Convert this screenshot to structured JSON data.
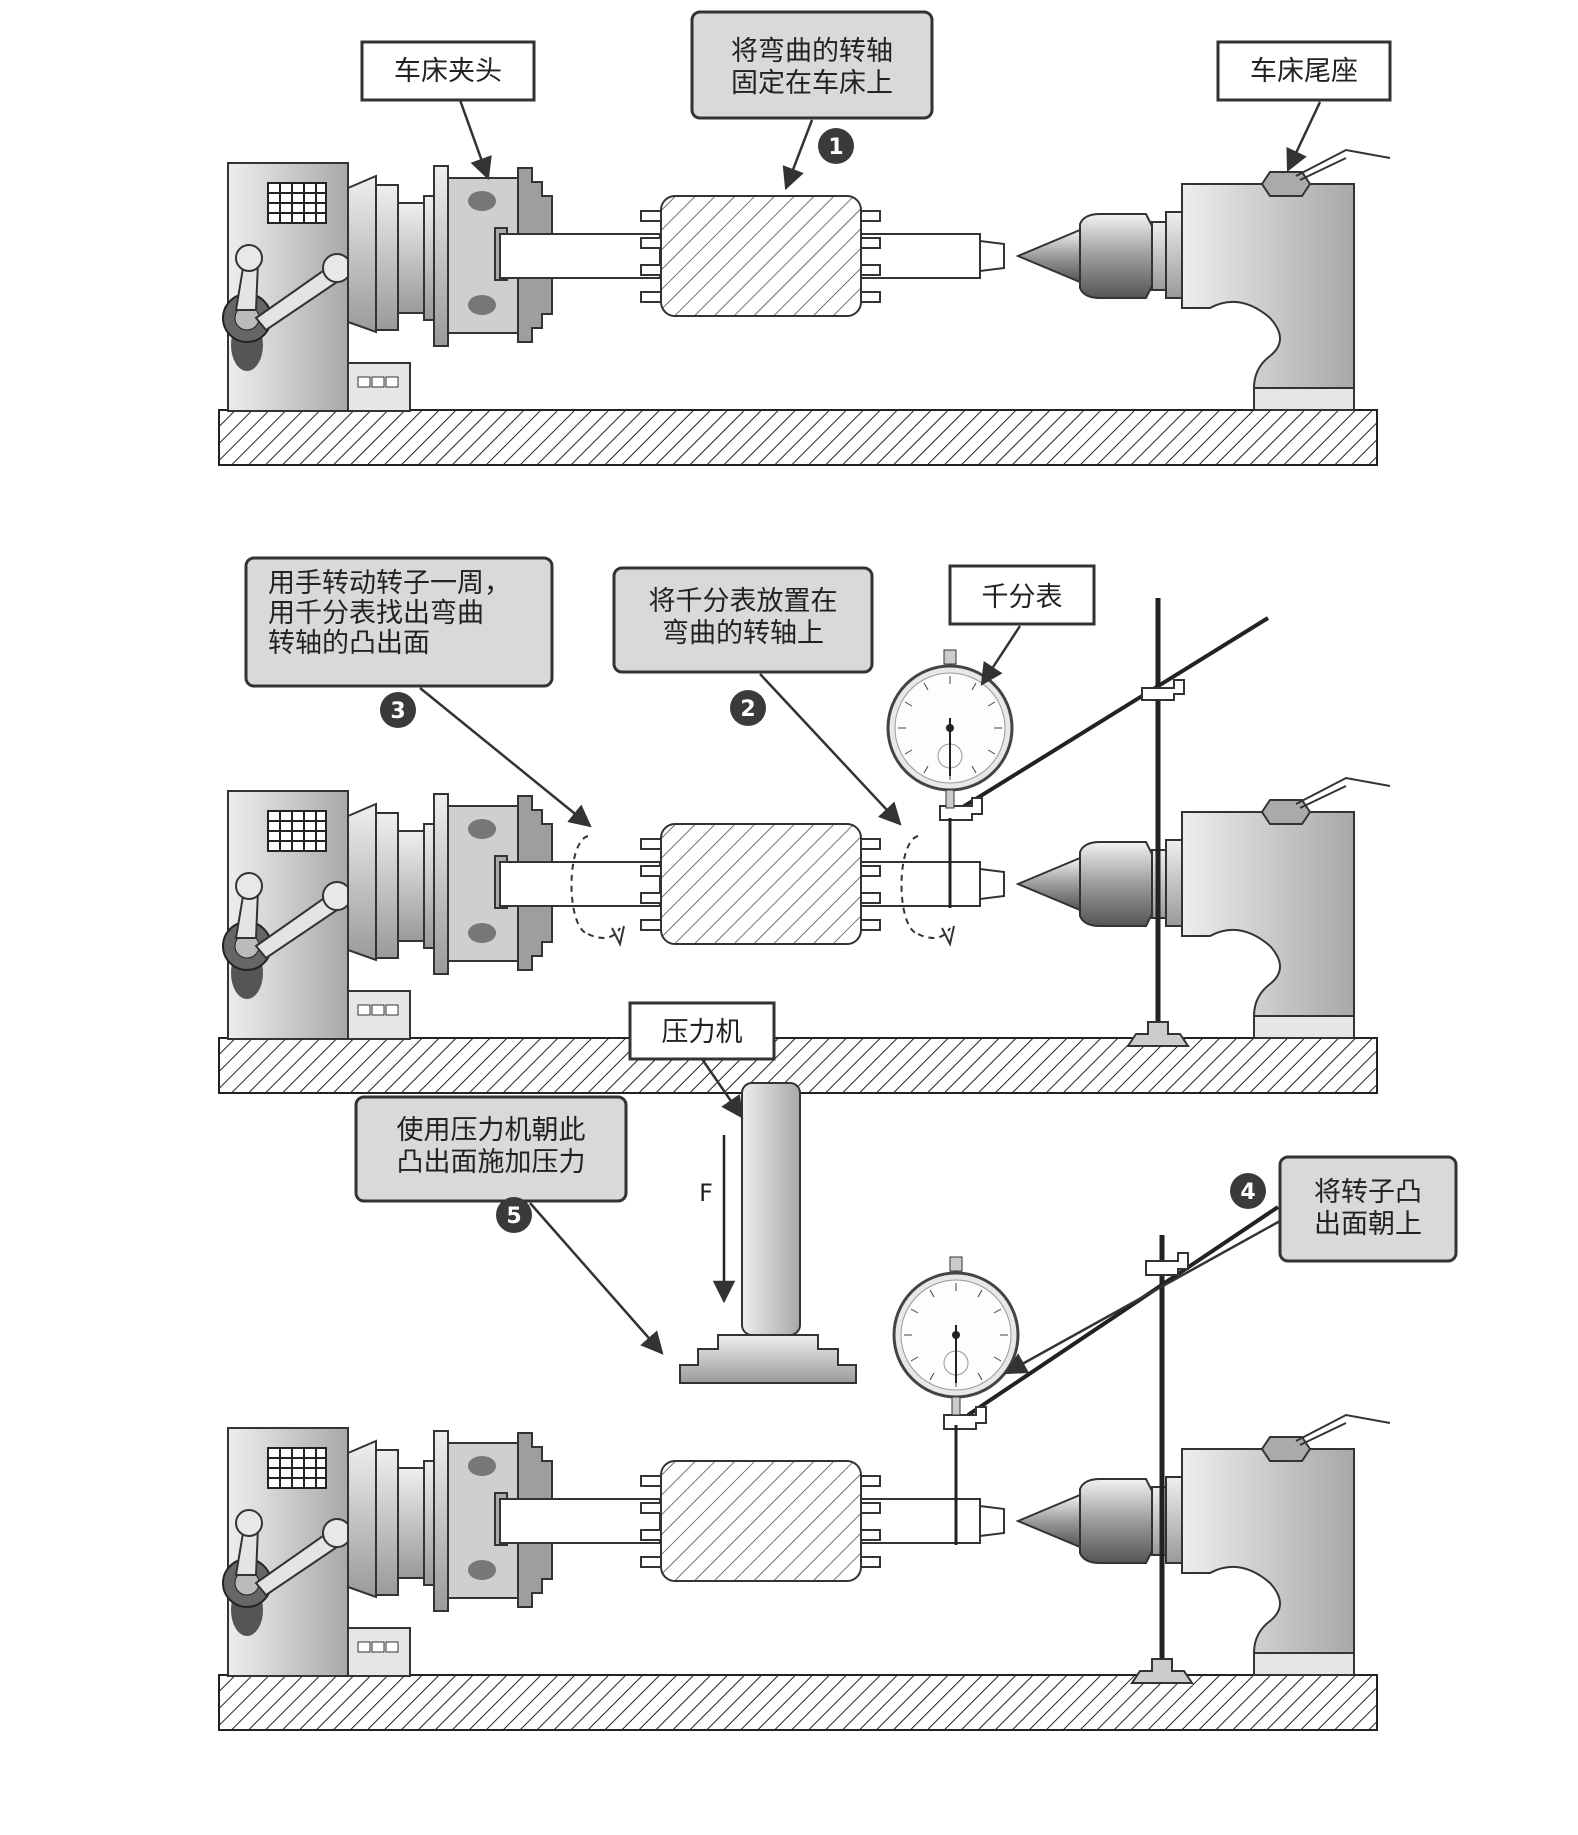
{
  "panels": [
    {
      "callouts": {
        "chuck": "车床夹头",
        "step1": [
          "将弯曲的转轴",
          "固定在车床上"
        ],
        "tailstock": "车床尾座"
      },
      "badges": [
        "1"
      ]
    },
    {
      "callouts": {
        "step3": [
          "用手转动转子一周，",
          "用千分表找出弯曲",
          "转轴的凸出面"
        ],
        "step2": [
          "将千分表放置在",
          "弯曲的转轴上"
        ],
        "dial_gauge": "千分表"
      },
      "badges": [
        "3",
        "2"
      ]
    },
    {
      "callouts": {
        "press": "压力机",
        "step5": [
          "使用压力机朝此",
          "凸出面施加压力"
        ],
        "step4": [
          "将转子凸",
          "出面朝上"
        ]
      },
      "force_label": "F",
      "badges": [
        "5",
        "4"
      ]
    }
  ],
  "colors": {
    "machine_gray": "#c8c8c8",
    "dark_gray": "#8a8a8a",
    "callout_fill": "#d9d9d9",
    "badge_fill": "#3a3a3a"
  }
}
